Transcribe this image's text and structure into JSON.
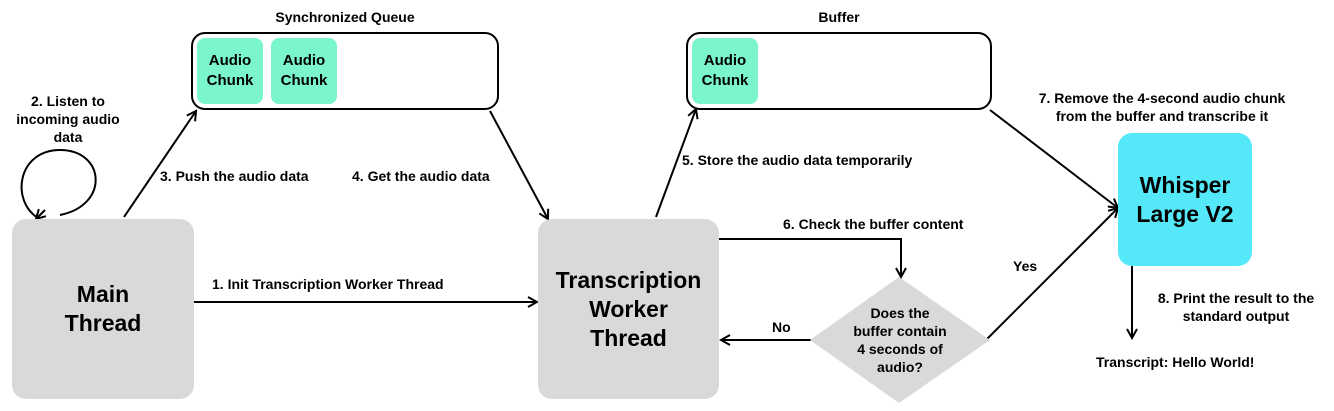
{
  "boxes": {
    "main_thread": "Main\nThread",
    "transcription_worker": "Transcription\nWorker\nThread",
    "whisper": "Whisper\nLarge V2",
    "queue_title": "Synchronized Queue",
    "buffer_title": "Buffer",
    "chunk_label": "Audio\nChunk",
    "decision": "Does the\nbuffer contain\n4 seconds of\naudio?"
  },
  "steps": {
    "step1": "1. Init Transcription Worker Thread",
    "step2": "2. Listen to\nincoming audio\ndata",
    "step3": "3. Push the audio data",
    "step4": "4. Get the audio data",
    "step5": "5. Store the audio data temporarily",
    "step6": "6. Check the buffer content",
    "step7": "7. Remove the 4-second audio chunk\nfrom the buffer and transcribe it",
    "step8": "8. Print the result to the\nstandard output"
  },
  "branches": {
    "yes": "Yes",
    "no": "No"
  },
  "output": "Transcript: Hello World!",
  "colors": {
    "gray_box": "#d9d9d9",
    "chunk": "#7af5cc",
    "whisper": "#55e8f8",
    "line": "#000000"
  }
}
